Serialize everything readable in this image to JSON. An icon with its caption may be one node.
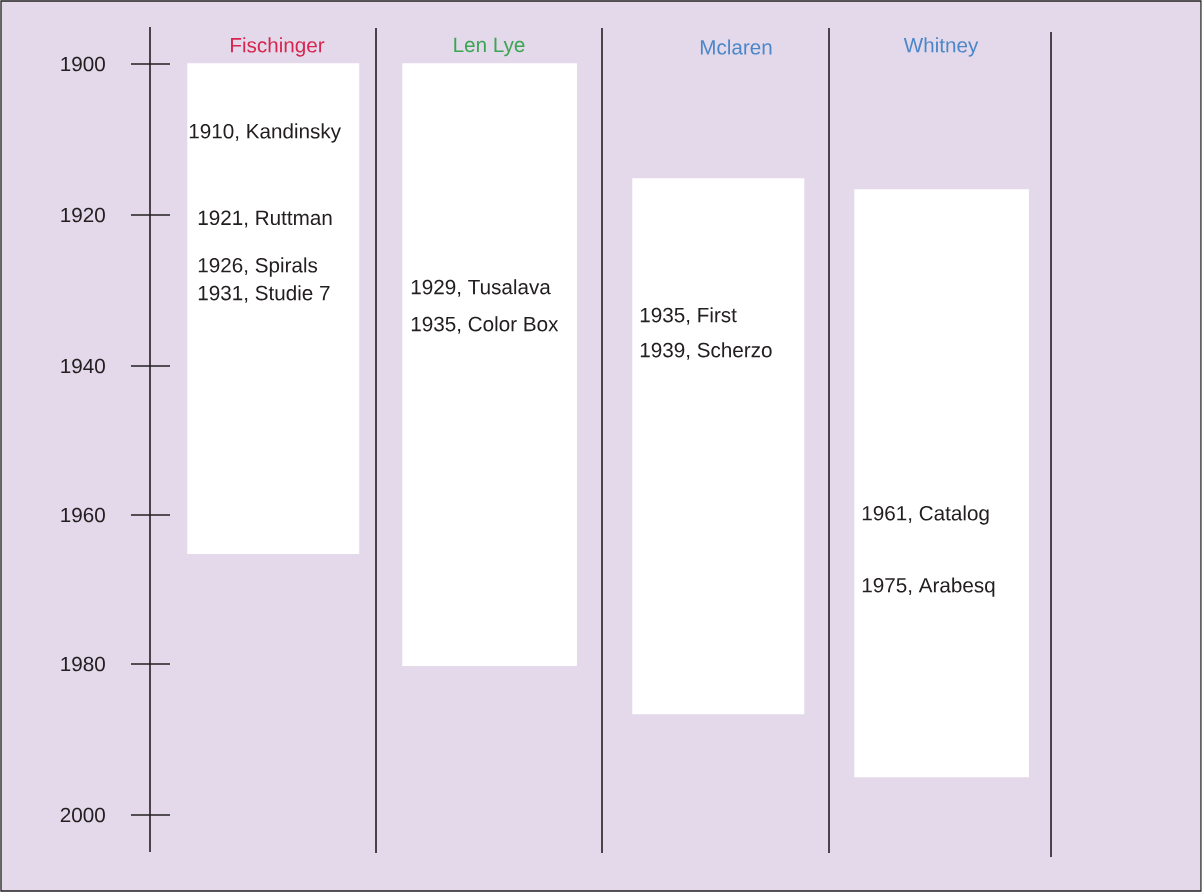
{
  "diagram": {
    "nodes": [
      {
        "text": [
          "1910, Kandinsky",
          "1921, Ruttman",
          "1926, Spirals",
          "1931, Studie 7"
        ]
      },
      {
        "text": [
          "1929, Tusalava",
          "1935, Color Box"
        ]
      },
      {
        "text": [
          "1935, First",
          "1939, Scherzo"
        ]
      },
      {
        "text": [
          "1961, Catalog",
          "1975, Arabesq"
        ]
      }
    ],
    "labels": [
      "Fischinger",
      "Len Lye",
      "Mclaren",
      "Whitney",
      "1900",
      "1920",
      "1940",
      "1960",
      "1980",
      "2000"
    ]
  }
}
